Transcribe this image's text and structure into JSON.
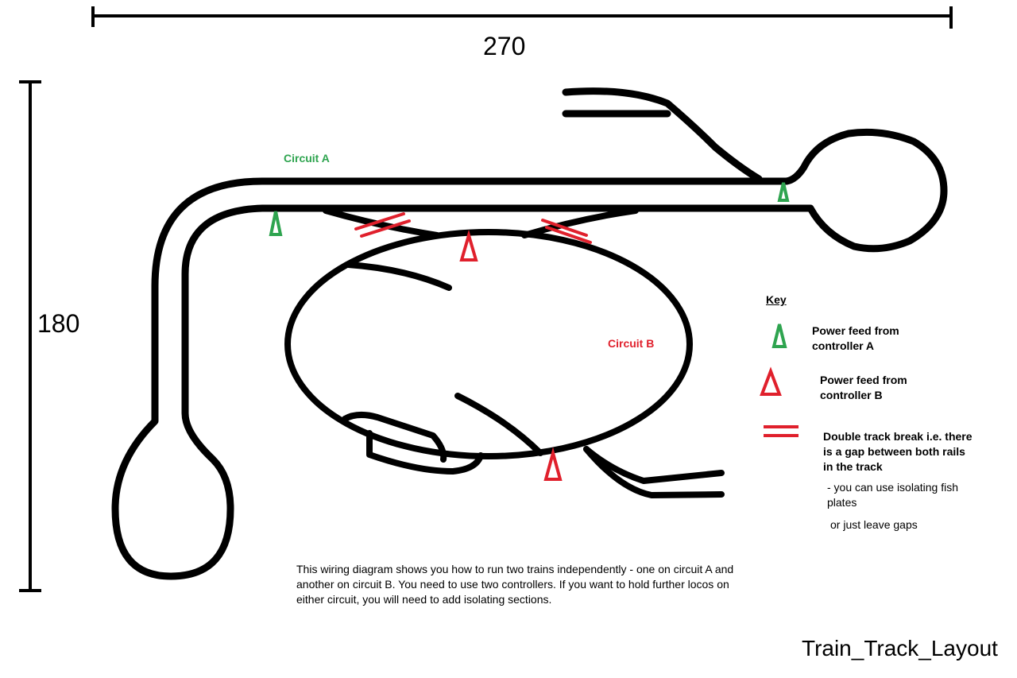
{
  "dimensions": {
    "width_label": "270",
    "height_label": "180"
  },
  "circuits": {
    "a_label": "Circuit A",
    "b_label": "Circuit B"
  },
  "colors": {
    "track": "#000000",
    "circuit_a": "#2ea44f",
    "circuit_b": "#e0202c"
  },
  "key": {
    "title": "Key",
    "feed_a": "Power feed from controller A",
    "feed_b": "Power feed from controller B",
    "double_break": "Double track break i.e. there is a gap between both rails in the track",
    "note_1": "- you can use isolating fish plates",
    "note_2": "or just leave gaps"
  },
  "description": "This wiring diagram shows you how to run two trains independently - one on circuit A and another on circuit B.  You need to use two controllers.   If you want to hold further locos on either circuit, you will need to add isolating sections.",
  "footer_title": "Train_Track_Layout"
}
